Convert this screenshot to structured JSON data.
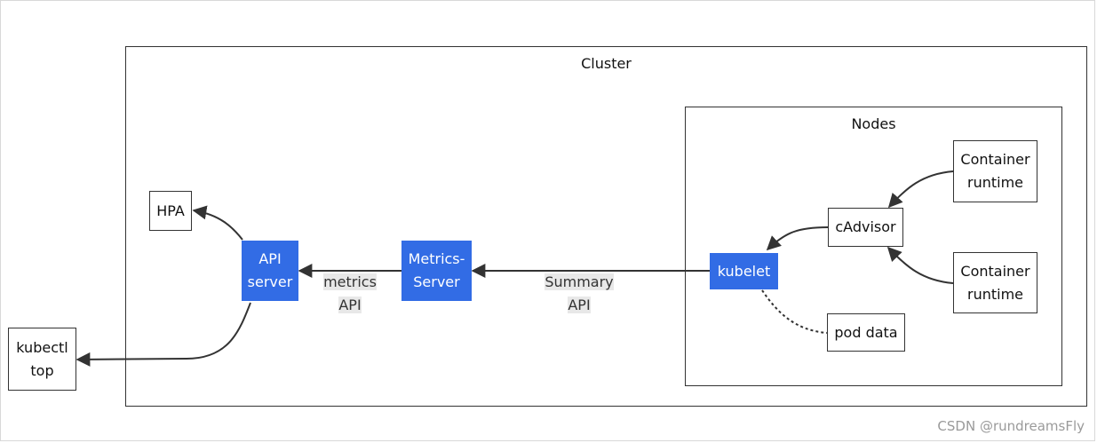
{
  "cluster": {
    "title": "Cluster"
  },
  "nodes_group": {
    "title": "Nodes"
  },
  "nodes": {
    "hpa": "HPA",
    "api_server": "API\nserver",
    "kubectl_top": "kubectl\ntop",
    "metrics_server": "Metrics-\nServer",
    "kubelet": "kubelet",
    "cadvisor": "cAdvisor",
    "container_runtime_1": "Container\nruntime",
    "container_runtime_2": "Container\nruntime",
    "pod_data": "pod data"
  },
  "edge_labels": {
    "metrics_api": "metrics\nAPI",
    "summary_api": "Summary\nAPI"
  },
  "watermark": "CSDN @rundreamsFly",
  "colors": {
    "highlight_node": "#326ce5",
    "border": "#333333",
    "label_background": "#e8e8e8"
  }
}
